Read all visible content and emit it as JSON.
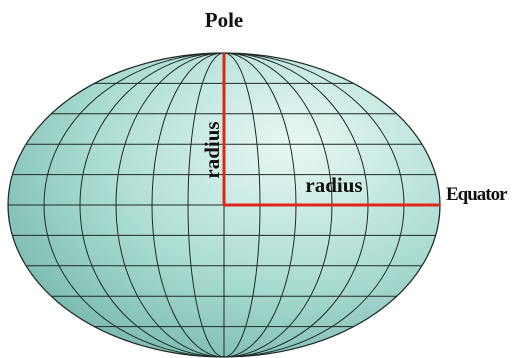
{
  "labels": {
    "pole": "Pole",
    "equator": "Equator",
    "radius_vertical": "radius",
    "radius_horizontal": "radius"
  },
  "colors": {
    "globe_light": "#eaf8f5",
    "globe_mid": "#a9dbd2",
    "globe_dark": "#6fb2a7",
    "grid_line": "#1e2a28",
    "radius_line": "#e0251b",
    "text": "#111111"
  },
  "grid": {
    "meridian_count": 12,
    "parallel_count": 9
  }
}
